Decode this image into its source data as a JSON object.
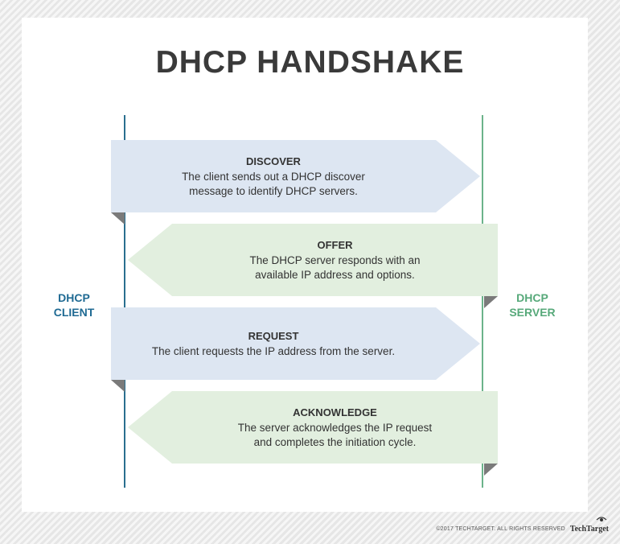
{
  "title": "DHCP HANDSHAKE",
  "actors": {
    "client": {
      "line1": "DHCP",
      "line2": "CLIENT",
      "color": "#1f6a93"
    },
    "server": {
      "line1": "DHCP",
      "line2": "SERVER",
      "color": "#57a97a"
    }
  },
  "messages": [
    {
      "title": "DISCOVER",
      "desc1": "The client sends out a DHCP discover",
      "desc2": "message to identify DHCP servers.",
      "direction": "client-to-server"
    },
    {
      "title": "OFFER",
      "desc1": "The DHCP server responds with an",
      "desc2": "available IP address and options.",
      "direction": "server-to-client"
    },
    {
      "title": "REQUEST",
      "desc1": "The client requests the IP address from the server.",
      "desc2": "",
      "direction": "client-to-server"
    },
    {
      "title": "ACKNOWLEDGE",
      "desc1": "The server acknowledges the IP request",
      "desc2": "and completes the initiation cycle.",
      "direction": "server-to-client"
    }
  ],
  "colors": {
    "client_arrow": "#dde6f2",
    "server_arrow": "#e2efdf"
  },
  "footer": {
    "copyright": "©2017 TECHTARGET. ALL RIGHTS RESERVED",
    "brand": "TechTarget",
    "brand_icon": "eye-icon"
  }
}
